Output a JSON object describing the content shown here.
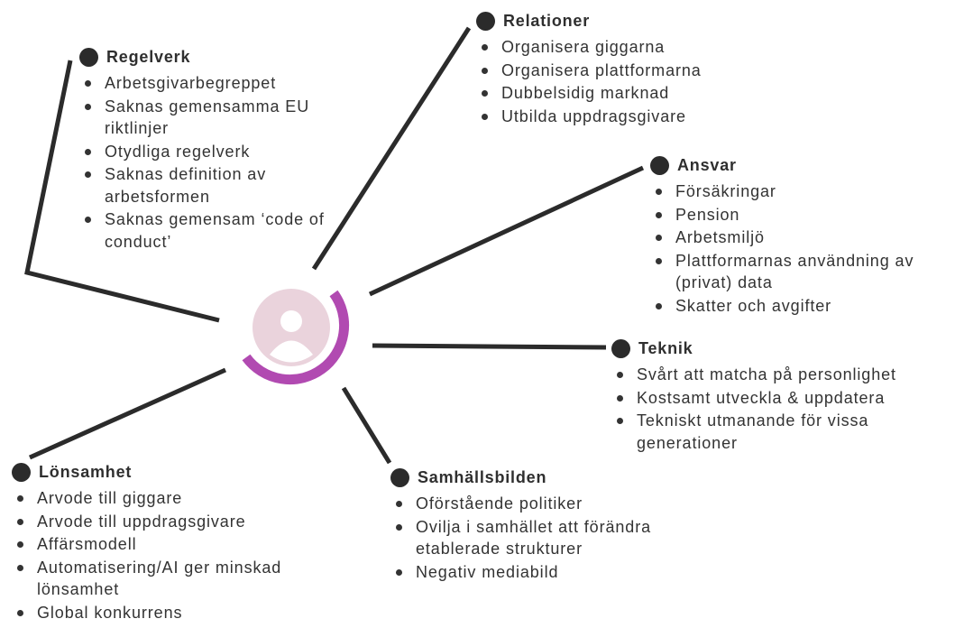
{
  "colors": {
    "line": "#2b2b2b",
    "accent_ring": "#b14ab1",
    "avatar_bg": "#ead3dc"
  },
  "center": {
    "icon": "person-icon"
  },
  "nodes": {
    "regelverk": {
      "title": "Regelverk",
      "items": [
        "Arbetsgivarbegreppet",
        "Saknas gemensamma EU riktlinjer",
        "Otydliga regelverk",
        "Saknas definition av arbetsformen",
        "Saknas gemensam ‘code of conduct’"
      ]
    },
    "relationer": {
      "title": "Relationer",
      "items": [
        "Organisera giggarna",
        "Organisera plattformarna",
        "Dubbelsidig marknad",
        "Utbilda uppdragsgivare"
      ]
    },
    "ansvar": {
      "title": "Ansvar",
      "items": [
        "Försäkringar",
        "Pension",
        "Arbetsmiljö",
        "Plattformarnas användning av (privat) data",
        "Skatter och avgifter"
      ]
    },
    "teknik": {
      "title": "Teknik",
      "items": [
        "Svårt att matcha på personlighet",
        "Kostsamt utveckla & uppdatera",
        "Tekniskt utmanande för vissa generationer"
      ]
    },
    "samhallsbilden": {
      "title": "Samhällsbilden",
      "items": [
        "Oförstående politiker",
        "Ovilja i samhället att förändra etablerade strukturer",
        "Negativ mediabild"
      ]
    },
    "lonsamhet": {
      "title": "Lönsamhet",
      "items": [
        "Arvode till giggare",
        "Arvode till uppdragsgivare",
        "Affärsmodell",
        "Automatisering/AI ger minskad lönsamhet",
        "Global konkurrens"
      ]
    }
  }
}
